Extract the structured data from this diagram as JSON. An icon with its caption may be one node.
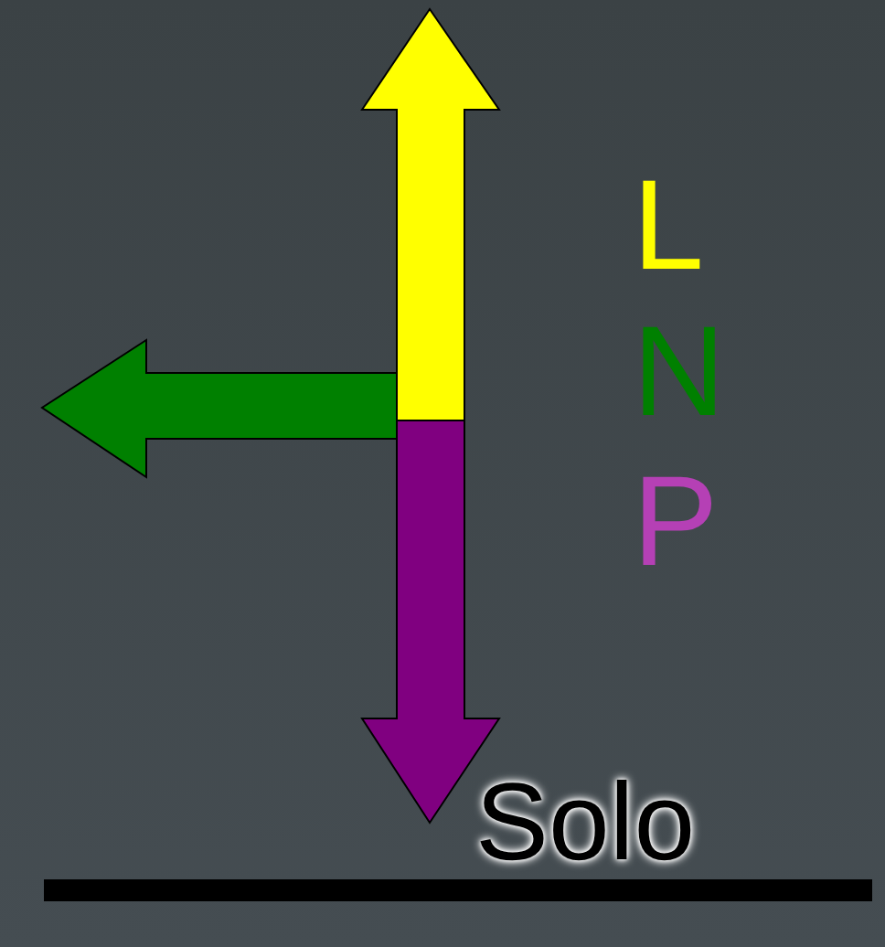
{
  "diagram": {
    "labels": [
      "L",
      "N",
      "P",
      "Solo"
    ]
  }
}
